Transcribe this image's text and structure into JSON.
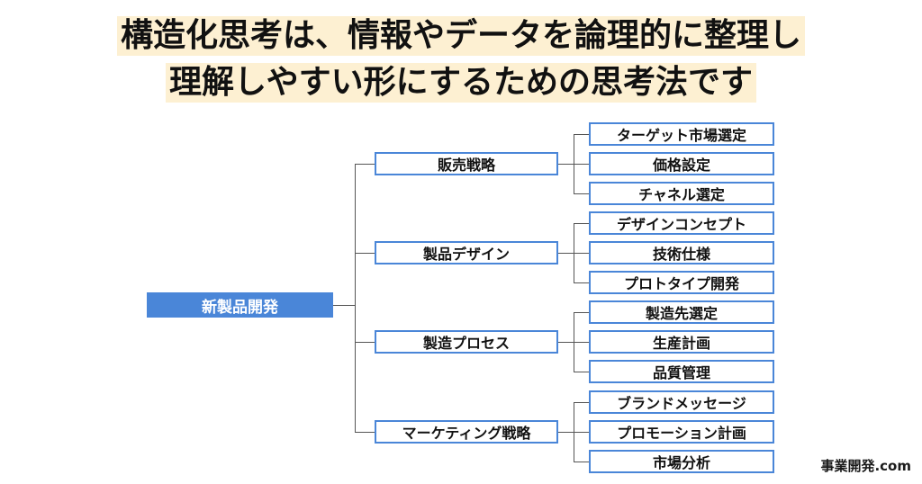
{
  "title": {
    "line1": "構造化思考は、情報やデータを論理的に整理し",
    "line2": "理解しやすい形にするための思考法です"
  },
  "tree": {
    "root": "新製品開発",
    "categories": [
      {
        "label": "販売戦略",
        "children": [
          "ターゲット市場選定",
          "価格設定",
          "チャネル選定"
        ]
      },
      {
        "label": "製品デザイン",
        "children": [
          "デザインコンセプト",
          "技術仕様",
          "プロトタイプ開発"
        ]
      },
      {
        "label": "製造プロセス",
        "children": [
          "製造先選定",
          "生産計画",
          "品質管理"
        ]
      },
      {
        "label": "マーケティング戦略",
        "children": [
          "ブランドメッセージ",
          "プロモーション計画",
          "市場分析"
        ]
      }
    ]
  },
  "watermark": "事業開発.com",
  "colors": {
    "accent": "#4a86d8",
    "title_highlight": "#fdf0d2"
  }
}
